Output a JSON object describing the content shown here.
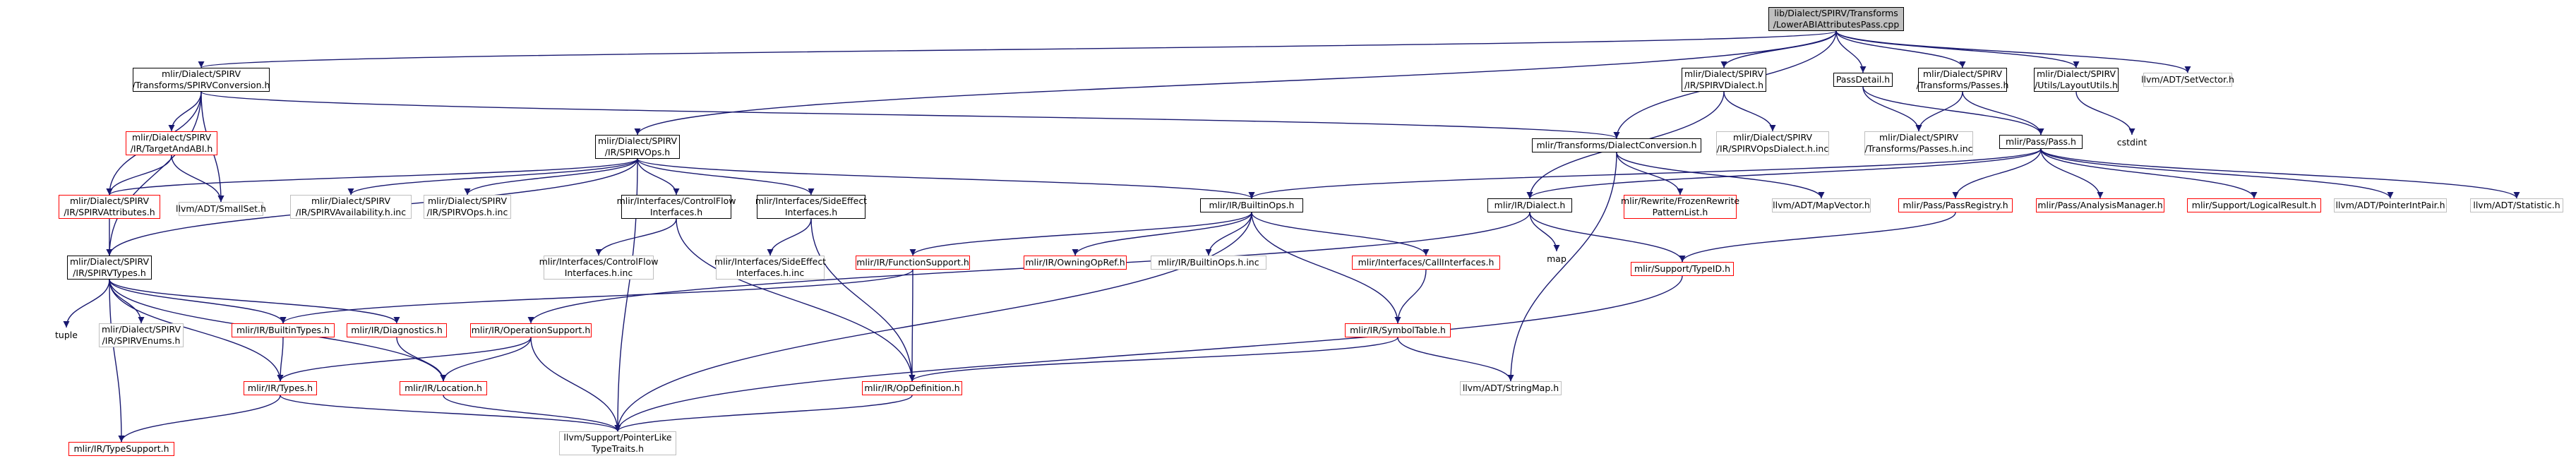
{
  "colors": {
    "edge": "#191970",
    "border_default": "#000000",
    "border_missing": "#bfbfbf",
    "border_truncated": "#ff0000",
    "root_fill": "#bfbfbf"
  },
  "nodes": {
    "root": "lib/Dialect/SPIRV/Transforms\n/LowerABIAttributesPass.cpp",
    "spirv_conversion": "mlir/Dialect/SPIRV\n/Transforms/SPIRVConversion.h",
    "spirv_dialect": "mlir/Dialect/SPIRV\n/IR/SPIRVDialect.h",
    "pass_detail": "PassDetail.h",
    "transforms_passes": "mlir/Dialect/SPIRV\n/Transforms/Passes.h",
    "layout_utils": "mlir/Dialect/SPIRV\n/Utils/LayoutUtils.h",
    "set_vector": "llvm/ADT/SetVector.h",
    "target_and_abi": "mlir/Dialect/SPIRV\n/IR/TargetAndABI.h",
    "small_set": "llvm/ADT/SmallSet.h",
    "spirv_attributes": "mlir/Dialect/SPIRV\n/IR/SPIRVAttributes.h",
    "spirv_types": "mlir/Dialect/SPIRV\n/IR/SPIRVTypes.h",
    "tuple": "tuple",
    "spirv_enums": "mlir/Dialect/SPIRV\n/IR/SPIRVEnums.h",
    "type_support": "mlir/IR/TypeSupport.h",
    "spirv_ops": "mlir/Dialect/SPIRV\n/IR/SPIRVOps.h",
    "spirv_availability": "mlir/Dialect/SPIRV\n/IR/SPIRVAvailability.h.inc",
    "spirv_ops_inc": "mlir/Dialect/SPIRV\n/IR/SPIRVOps.h.inc",
    "control_flow": "mlir/Interfaces/ControlFlow\nInterfaces.h",
    "side_effect": "mlir/Interfaces/SideEffect\nInterfaces.h",
    "control_flow_inc": "mlir/Interfaces/ControlFlow\nInterfaces.h.inc",
    "side_effect_inc": "mlir/Interfaces/SideEffect\nInterfaces.h.inc",
    "builtin_types": "mlir/IR/BuiltinTypes.h",
    "diagnostics": "mlir/IR/Diagnostics.h",
    "operation_support": "mlir/IR/OperationSupport.h",
    "types": "mlir/IR/Types.h",
    "location": "mlir/IR/Location.h",
    "pointer_like": "llvm/Support/PointerLike\nTypeTraits.h",
    "op_definition": "mlir/IR/OpDefinition.h",
    "function_support": "mlir/IR/FunctionSupport.h",
    "owning_op_ref": "mlir/IR/OwningOpRef.h",
    "builtin_ops_inc": "mlir/IR/BuiltinOps.h.inc",
    "call_interfaces": "mlir/Interfaces/CallInterfaces.h",
    "symbol_table": "mlir/IR/SymbolTable.h",
    "string_map": "llvm/ADT/StringMap.h",
    "builtin_ops": "mlir/IR/BuiltinOps.h",
    "dialect_conversion": "mlir/Transforms/DialectConversion.h",
    "spirv_ops_dialect_inc": "mlir/Dialect/SPIRV\n/IR/SPIRVOpsDialect.h.inc",
    "passes_inc": "mlir/Dialect/SPIRV\n/Transforms/Passes.h.inc",
    "pass": "mlir/Pass/Pass.h",
    "cstdint": "cstdint",
    "frozen_rewrite": "mlir/Rewrite/FrozenRewrite\nPatternList.h",
    "map_vector": "llvm/ADT/MapVector.h",
    "dialect": "mlir/IR/Dialect.h",
    "map": "map",
    "type_id": "mlir/Support/TypeID.h",
    "pass_registry": "mlir/Pass/PassRegistry.h",
    "analysis_manager": "mlir/Pass/AnalysisManager.h",
    "logical_result": "mlir/Support/LogicalResult.h",
    "pointer_int_pair": "llvm/ADT/PointerIntPair.h",
    "statistic": "llvm/ADT/Statistic.h"
  },
  "edges": [
    [
      "root",
      "spirv_conversion"
    ],
    [
      "root",
      "spirv_dialect"
    ],
    [
      "root",
      "pass_detail"
    ],
    [
      "root",
      "transforms_passes"
    ],
    [
      "root",
      "layout_utils"
    ],
    [
      "root",
      "set_vector"
    ],
    [
      "root",
      "spirv_ops"
    ],
    [
      "root",
      "dialect_conversion"
    ],
    [
      "spirv_conversion",
      "target_and_abi"
    ],
    [
      "spirv_conversion",
      "small_set"
    ],
    [
      "spirv_conversion",
      "spirv_attributes"
    ],
    [
      "spirv_conversion",
      "spirv_types"
    ],
    [
      "spirv_conversion",
      "dialect_conversion"
    ],
    [
      "target_and_abi",
      "spirv_attributes"
    ],
    [
      "target_and_abi",
      "small_set"
    ],
    [
      "spirv_attributes",
      "spirv_types"
    ],
    [
      "spirv_types",
      "tuple"
    ],
    [
      "spirv_types",
      "spirv_enums"
    ],
    [
      "spirv_types",
      "type_support"
    ],
    [
      "spirv_types",
      "builtin_types"
    ],
    [
      "spirv_types",
      "diagnostics"
    ],
    [
      "spirv_types",
      "types"
    ],
    [
      "spirv_types",
      "location"
    ],
    [
      "spirv_ops",
      "spirv_availability"
    ],
    [
      "spirv_ops",
      "spirv_ops_inc"
    ],
    [
      "spirv_ops",
      "control_flow"
    ],
    [
      "spirv_ops",
      "side_effect"
    ],
    [
      "spirv_ops",
      "spirv_types"
    ],
    [
      "spirv_ops",
      "spirv_attributes"
    ],
    [
      "spirv_ops",
      "builtin_ops"
    ],
    [
      "spirv_ops",
      "pointer_like"
    ],
    [
      "control_flow",
      "control_flow_inc"
    ],
    [
      "control_flow",
      "op_definition"
    ],
    [
      "side_effect",
      "side_effect_inc"
    ],
    [
      "side_effect",
      "op_definition"
    ],
    [
      "builtin_types",
      "types"
    ],
    [
      "diagnostics",
      "location"
    ],
    [
      "operation_support",
      "types"
    ],
    [
      "operation_support",
      "location"
    ],
    [
      "operation_support",
      "pointer_like"
    ],
    [
      "types",
      "type_support"
    ],
    [
      "types",
      "pointer_like"
    ],
    [
      "location",
      "pointer_like"
    ],
    [
      "op_definition",
      "pointer_like"
    ],
    [
      "function_support",
      "builtin_types"
    ],
    [
      "function_support",
      "op_definition"
    ],
    [
      "builtin_ops",
      "function_support"
    ],
    [
      "builtin_ops",
      "owning_op_ref"
    ],
    [
      "builtin_ops",
      "builtin_ops_inc"
    ],
    [
      "builtin_ops",
      "call_interfaces"
    ],
    [
      "builtin_ops",
      "symbol_table"
    ],
    [
      "builtin_ops",
      "pointer_like"
    ],
    [
      "call_interfaces",
      "symbol_table"
    ],
    [
      "symbol_table",
      "op_definition"
    ],
    [
      "symbol_table",
      "string_map"
    ],
    [
      "spirv_dialect",
      "dialect"
    ],
    [
      "spirv_dialect",
      "spirv_ops_dialect_inc"
    ],
    [
      "pass_detail",
      "pass"
    ],
    [
      "pass_detail",
      "passes_inc"
    ],
    [
      "transforms_passes",
      "pass"
    ],
    [
      "transforms_passes",
      "passes_inc"
    ],
    [
      "layout_utils",
      "cstdint"
    ],
    [
      "dialect_conversion",
      "frozen_rewrite"
    ],
    [
      "dialect_conversion",
      "map_vector"
    ],
    [
      "dialect_conversion",
      "string_map"
    ],
    [
      "pass",
      "builtin_ops"
    ],
    [
      "pass",
      "dialect"
    ],
    [
      "pass",
      "pass_registry"
    ],
    [
      "pass",
      "analysis_manager"
    ],
    [
      "pass",
      "logical_result"
    ],
    [
      "pass",
      "pointer_int_pair"
    ],
    [
      "pass",
      "statistic"
    ],
    [
      "dialect",
      "operation_support"
    ],
    [
      "dialect",
      "map"
    ],
    [
      "dialect",
      "type_id"
    ],
    [
      "pass_registry",
      "type_id"
    ],
    [
      "type_id",
      "pointer_like"
    ]
  ]
}
